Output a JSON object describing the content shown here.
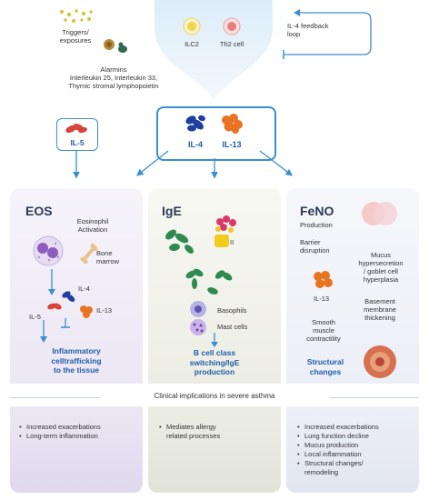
{
  "top": {
    "triggers": "Triggers/\nexposures",
    "alarmins": "Alarmins\nInterleukin 25, Interleukin 33,\nThymic stromal lymphopoietin",
    "ilc2": "ILC2",
    "th2": "Th2 cell",
    "feedback": "IL-4 feedback\nloop"
  },
  "center": {
    "il4": "IL-4",
    "il13": "IL-13"
  },
  "left_box": {
    "il5": "IL-5"
  },
  "eos": {
    "title": "EOS",
    "activation": "Eosinophil\nActivation",
    "bone_marrow": "Bone\nmarrow",
    "il4": "IL-4",
    "il5": "IL-5",
    "il13": "IL-13",
    "outcome": "Inflammatory\ncelltrafficking\nto the tissue",
    "implications": [
      "Increased exacerbations",
      "Long-term inflammation"
    ]
  },
  "ige": {
    "title": "IgE",
    "b_cell_label": "II",
    "basophils": "Basophils",
    "mast_cells": "Mast cells",
    "outcome": "B cell class\nswitching/IgE\nproduction",
    "implications": [
      "Mediates allergy\nrelated processes"
    ]
  },
  "feno": {
    "title": "FeNO",
    "production": "Production",
    "barrier": "Barrier\ndisruption",
    "mucus": "Mucus\nhypersecretion\n/ goblet cell\nhyperplasia",
    "il13": "IL-13",
    "basement": "Basement\nmembrane\nthickening",
    "smooth": "Smooth\nmuscle\ncontractility",
    "outcome": "Structural\nchanges",
    "implications": [
      "Increased exacerbations",
      "Lung function decline",
      "Mucus production",
      "Local inflammation",
      "Structural changes/\nremodeling"
    ]
  },
  "clinical": "Clinical implications in severe asthma",
  "colors": {
    "eos_panel": "#eeeaf5",
    "ige_panel": "#eeeee6",
    "feno_panel": "#eef0f6",
    "accent_blue": "#3a8fd0",
    "dark_blue": "#1f5ea8"
  }
}
